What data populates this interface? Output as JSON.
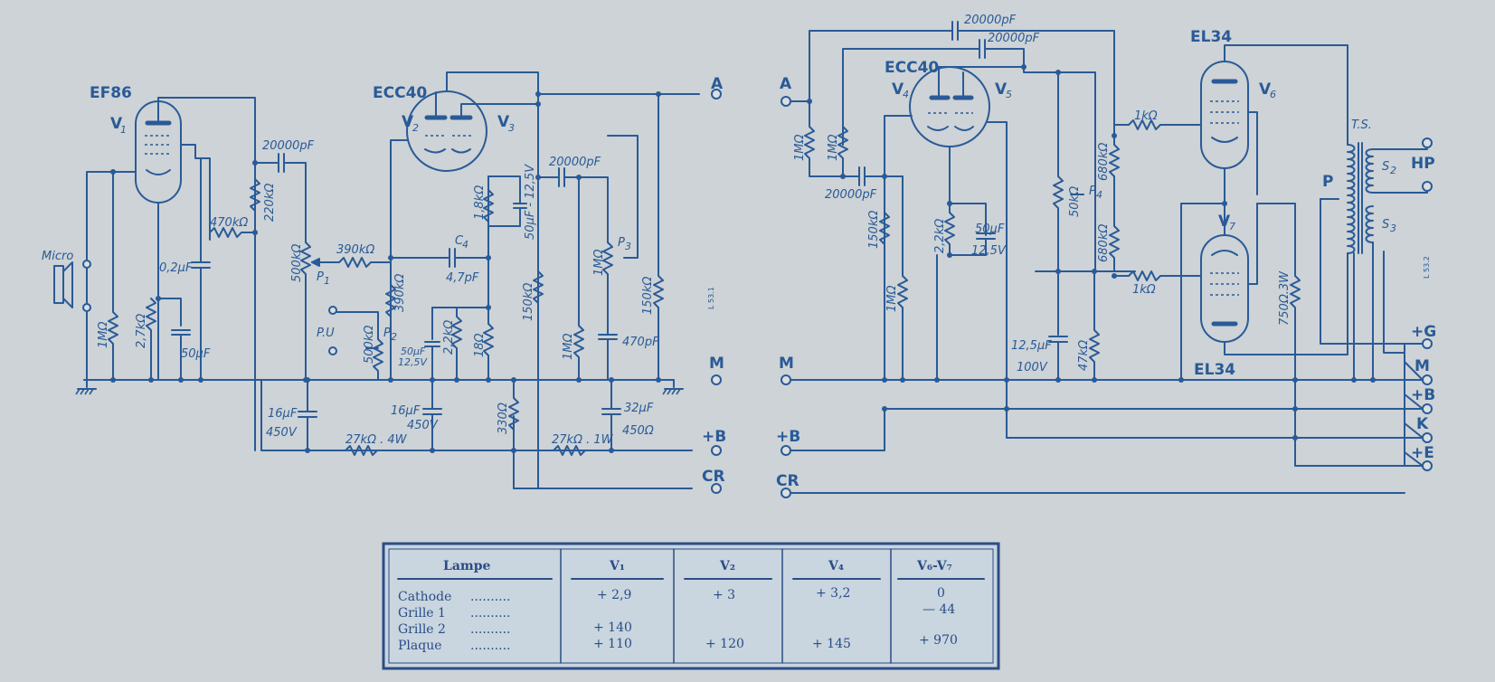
{
  "tubes": {
    "ef86": "EF86",
    "v1": "V",
    "v1_sub": "1",
    "ecc40_a": "ECC40",
    "v2": "V",
    "v2_sub": "2",
    "v3": "V",
    "v3_sub": "3",
    "ecc40_b": "ECC40",
    "v4": "V",
    "v4_sub": "4",
    "v5": "V",
    "v5_sub": "5",
    "el34_a": "EL34",
    "v6": "V",
    "v6_sub": "6",
    "el34_b": "EL34",
    "v7": "V",
    "v7_sub": "7"
  },
  "components": {
    "micro": "Micro",
    "r_1m_v1": "1MΩ",
    "r_27k": "2,7kΩ",
    "c_50u_a": "50μF",
    "c_02u": "0,2μF",
    "r_470k": "470kΩ",
    "c_20000_a": "20000pF",
    "r_220k": "220kΩ",
    "p1_val": "500kΩ",
    "p1": "P",
    "p1_sub": "1",
    "r_390k_a": "390kΩ",
    "r_390k_b": "390kΩ",
    "pu": "P.U",
    "p2_val": "500kΩ",
    "p2": "P",
    "p2_sub": "2",
    "c4": "C",
    "c4_sub": "4",
    "c4_val": "4,7pF",
    "r_18k": "1,8kΩ",
    "c_50u_b": "50μF - 12,5V",
    "c_50u_c": "50μF",
    "c_50u_c2": "12,5V",
    "r_22k_a": "2,2kΩ",
    "r_18": "18Ω",
    "r_150k_a": "150kΩ",
    "c_20000_b": "20000pF",
    "p3_val": "1MΩ",
    "p3": "P",
    "p3_sub": "3",
    "r_1m_b": "1MΩ",
    "c_470p": "470pF",
    "r_150k_b": "150kΩ",
    "c_16u_a": "16μF",
    "c_16u_a2": "450V",
    "r_27k_4w": "27kΩ . 4W",
    "c_16u_b": "16μF",
    "c_16u_b2": "450V",
    "r_330": "330Ω",
    "r_27k_1w": "27kΩ . 1W",
    "c_32u": "32μF",
    "c_32u2": "450Ω",
    "tag_left": "L 53.1",
    "c_20000_c": "20000pF",
    "c_20000_d": "20000pF",
    "c_20000_e": "20000pF",
    "r_1m_c": "1MΩ",
    "r_1m_d": "1MΩ",
    "r_150k_c": "150kΩ",
    "r_1m_e": "1MΩ",
    "r_22k_b": "2,2kΩ",
    "c_50u_d": "50μF",
    "c_50u_d2": "12,5V",
    "p4_val": "50kΩ",
    "p4": "P",
    "p4_sub": "4",
    "r_680k_a": "680kΩ",
    "r_680k_b": "680kΩ",
    "r_1k_a": "1kΩ",
    "r_1k_b": "1kΩ",
    "c_125u": "12,5μF",
    "c_125u2": "100V",
    "r_47k": "47kΩ",
    "r_750": "750Ω.3W",
    "ts": "T.S.",
    "p_prim": "P",
    "s2": "S",
    "s2_sub": "2",
    "s3": "S",
    "s3_sub": "3",
    "tag_right": "L 53.2"
  },
  "terminals": {
    "left": [
      "A",
      "M",
      "+B",
      "CR"
    ],
    "right_in": [
      "A",
      "M",
      "+B",
      "CR"
    ],
    "hp": "HP",
    "right_out": [
      "+G",
      "M",
      "+B",
      "K",
      "+E"
    ]
  },
  "table": {
    "headers": [
      "Lampe",
      "V₁",
      "V₂",
      "V₄",
      "V₆-V₇"
    ],
    "rows": [
      {
        "label": "Cathode",
        "dots": "..........",
        "v1": "+ 2,9",
        "v2": "+ 3",
        "v4": "+ 3,2",
        "v67": "0"
      },
      {
        "label": "Grille 1",
        "dots": "..........",
        "v1": "",
        "v2": "",
        "v4": "",
        "v67": "— 44"
      },
      {
        "label": "Grille 2",
        "dots": "..........",
        "v1": "+ 140",
        "v2": "",
        "v4": "",
        "v67": ""
      },
      {
        "label": "Plaque",
        "dots": "..........",
        "v1": "+ 110",
        "v2": "+ 120",
        "v4": "+ 145",
        "v67": "+ 970"
      }
    ]
  },
  "colors": {
    "ink": "#2a5a97",
    "paper": "#cdd3d6"
  }
}
